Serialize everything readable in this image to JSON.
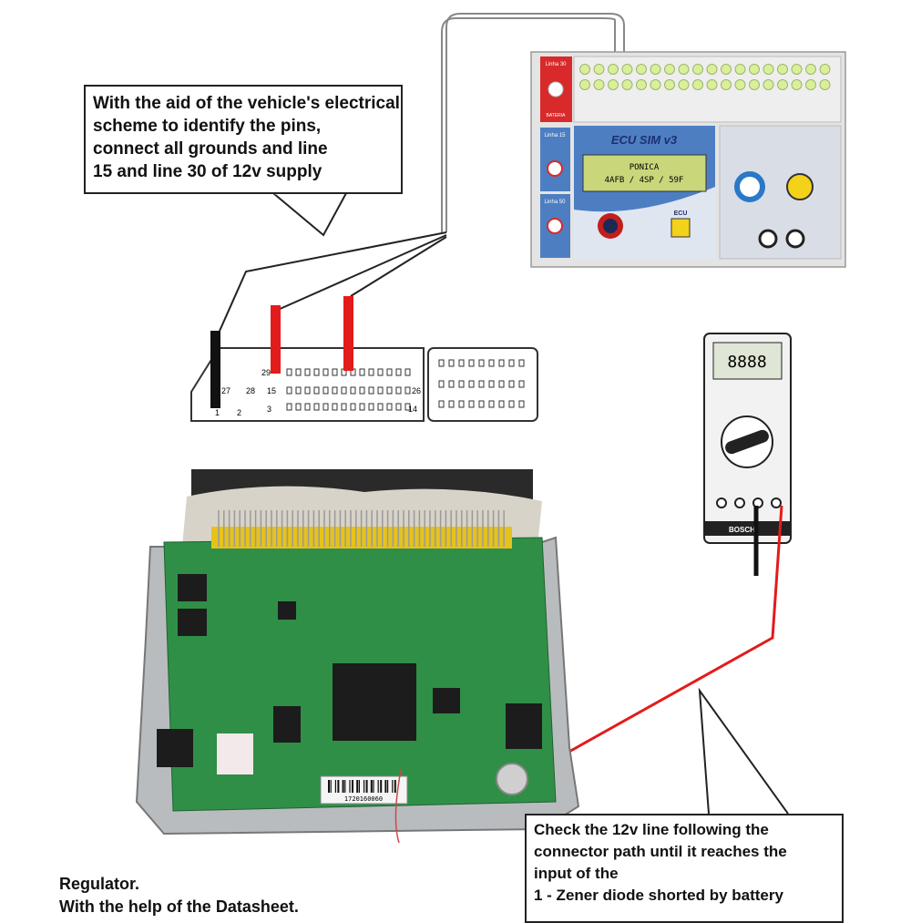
{
  "callout_top": {
    "lines": [
      "With the aid of the vehicle's electrical",
      "scheme to identify the pins,",
      "connect all grounds and line",
      "15 and line 30 of 12v supply"
    ]
  },
  "callout_bottom": {
    "lines": [
      "Check the 12v line following the",
      "connector path until it reaches the",
      "input of the",
      "1 - Zener diode shorted by battery"
    ]
  },
  "regulator_note": {
    "lines": [
      "Regulator.",
      "With the help of the Datasheet."
    ]
  },
  "simulator": {
    "brand": "ECU SIM v3",
    "lcd_line1": "PONICA",
    "lcd_line2": "4AFB / 4SP / 59F",
    "linha30_label": "Linha 30",
    "bateria_label": "BATERIA",
    "linha15_label": "Linha 15",
    "linha50_label": "Linha 50",
    "ecu_label": "ECU"
  },
  "connector": {
    "pin_labels": [
      "27",
      "1",
      "2",
      "28",
      "15",
      "29",
      "3",
      "14",
      "26"
    ]
  },
  "multimeter": {
    "brand": "BOSCH",
    "display": "8888"
  },
  "ecu_board": {
    "label": "1720160060"
  },
  "colors": {
    "wire_red": "#e31b1b",
    "wire_black": "#111111",
    "board_green": "#2f8f47",
    "connector_yellow": "#e6c21c"
  }
}
